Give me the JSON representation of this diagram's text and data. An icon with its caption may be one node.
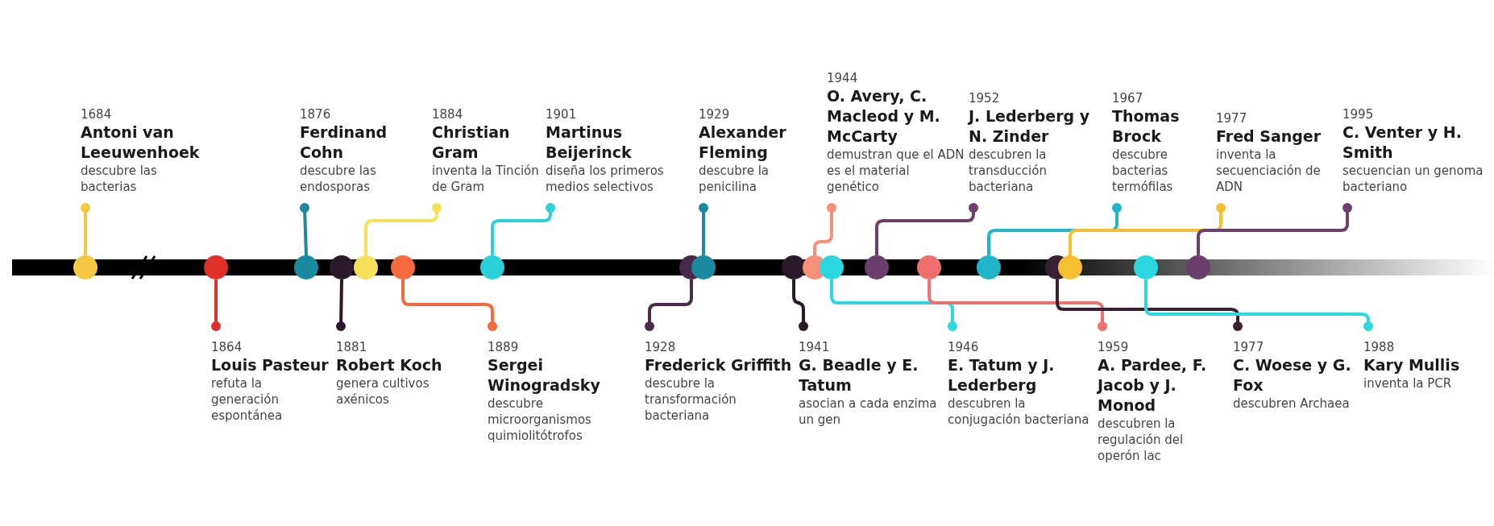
{
  "diagram": {
    "nodes": [
      {
        "text": [
          "1684",
          "Antoni van Leeuwenhoek",
          "descubre las bacterias"
        ]
      },
      {
        "text": [
          "1876",
          "Ferdinand Cohn",
          "descubre las endosporas"
        ]
      },
      {
        "text": [
          "1884",
          "Christian Gram",
          "inventa la Tinción de Gram"
        ]
      },
      {
        "text": [
          "1901",
          "Martinus Beijerinck",
          "diseña los primeros medios selectivos"
        ]
      },
      {
        "text": [
          "1929",
          "Alexander Fleming",
          "descubre la penicilina"
        ]
      },
      {
        "text": [
          "1944",
          "O. Avery, C. Macleod y M. McCarty",
          "demustran que el ADN es el material genético"
        ]
      },
      {
        "text": [
          "1952",
          "J. Lederberg y N. Zinder",
          "descubren la transducción bacteriana"
        ]
      },
      {
        "text": [
          "1967",
          "Thomas Brock",
          "descubre bacterias termófilas"
        ]
      },
      {
        "text": [
          "1977",
          "Fred Sanger",
          "inventa la secuenciación de ADN"
        ]
      },
      {
        "text": [
          "1995",
          "C. Venter y H. Smith",
          "secuencian un genoma bacteriano"
        ]
      },
      {
        "text": [
          "1864",
          "Louis Pasteur",
          "refuta la generación espontánea"
        ]
      },
      {
        "text": [
          "1881",
          "Robert Koch",
          "genera cultivos axénicos"
        ]
      },
      {
        "text": [
          "1889",
          "Sergei Winogradsky",
          "descubre microorganismos quimiolitótrofos"
        ]
      },
      {
        "text": [
          "1928",
          "Frederick Griffith",
          "descubre la transformación bacteriana"
        ]
      },
      {
        "text": [
          "1941",
          "G. Beadle y E. Tatum",
          "asocian a cada enzima un gen"
        ]
      },
      {
        "text": [
          "1946",
          "E. Tatum y J. Lederberg",
          "descubren la conjugación bacteriana"
        ]
      },
      {
        "text": [
          "1959",
          "A. Pardee, F. Jacob y J. Monod",
          "descubren la regulación del operón lac"
        ]
      },
      {
        "text": [
          "1977",
          "C. Woese y G. Fox",
          "descubren Archaea"
        ]
      },
      {
        "text": [
          "1988",
          "Kary Mullis",
          "inventa la PCR"
        ]
      },
      {
        "text": [],
        "shape": "circle"
      },
      {
        "text": [],
        "shape": "circle"
      },
      {
        "text": [],
        "shape": "circle"
      },
      {
        "text": [],
        "shape": "circle"
      },
      {
        "text": [],
        "shape": "circle"
      },
      {
        "text": [],
        "shape": "circle"
      },
      {
        "text": [],
        "shape": "circle"
      },
      {
        "text": [],
        "shape": "circle"
      },
      {
        "text": [],
        "shape": "circle"
      },
      {
        "text": [],
        "shape": "circle"
      },
      {
        "text": [],
        "shape": "circle"
      },
      {
        "text": [],
        "shape": "circle"
      },
      {
        "text": [],
        "shape": "circle"
      },
      {
        "text": [],
        "shape": "circle"
      },
      {
        "text": [],
        "shape": "circle"
      },
      {
        "text": [],
        "shape": "circle"
      },
      {
        "text": [],
        "shape": "circle"
      },
      {
        "text": [],
        "shape": "circle"
      },
      {
        "text": [],
        "shape": "circle"
      },
      {
        "text": [],
        "shape": "bar"
      }
    ],
    "edges": [
      {
        "from": 19,
        "to": 0,
        "arrow": "other",
        "color": "#f5c842"
      },
      {
        "from": 20,
        "to": 10,
        "arrow": "other",
        "color": "#e0302a"
      },
      {
        "from": 21,
        "to": 1,
        "arrow": "other",
        "color": "#1a8aa0"
      },
      {
        "from": 22,
        "to": 11,
        "arrow": "other",
        "color": "#2a1a2a"
      },
      {
        "from": 23,
        "to": 2,
        "arrow": "other",
        "color": "#f7e05a"
      },
      {
        "from": 24,
        "to": 12,
        "arrow": "other",
        "color": "#f56a3c"
      },
      {
        "from": 25,
        "to": 3,
        "arrow": "other",
        "color": "#2bd0d8"
      },
      {
        "from": 26,
        "to": 13,
        "arrow": "other",
        "color": "#4a2a4a"
      },
      {
        "from": 27,
        "to": 4,
        "arrow": "other",
        "color": "#1a8aa0"
      },
      {
        "from": 28,
        "to": 14,
        "arrow": "other",
        "color": "#2a1a2a"
      },
      {
        "from": 29,
        "to": 5,
        "arrow": "other",
        "color": "#f5917a"
      },
      {
        "from": 30,
        "to": 15,
        "arrow": "other",
        "color": "#2bd8e0"
      },
      {
        "from": 31,
        "to": 6,
        "arrow": "other",
        "color": "#6b3f6b"
      },
      {
        "from": 32,
        "to": 16,
        "arrow": "other",
        "color": "#f07070"
      },
      {
        "from": 33,
        "to": 7,
        "arrow": "other",
        "color": "#20b5c8"
      },
      {
        "from": 34,
        "to": 17,
        "arrow": "other",
        "color": "#3a2033"
      },
      {
        "from": 35,
        "to": 8,
        "arrow": "other",
        "color": "#f5c030"
      },
      {
        "from": 36,
        "to": 18,
        "arrow": "other",
        "color": "#2bd8e0"
      },
      {
        "from": 37,
        "to": 9,
        "arrow": "other",
        "color": "#6b3f6b"
      }
    ]
  }
}
